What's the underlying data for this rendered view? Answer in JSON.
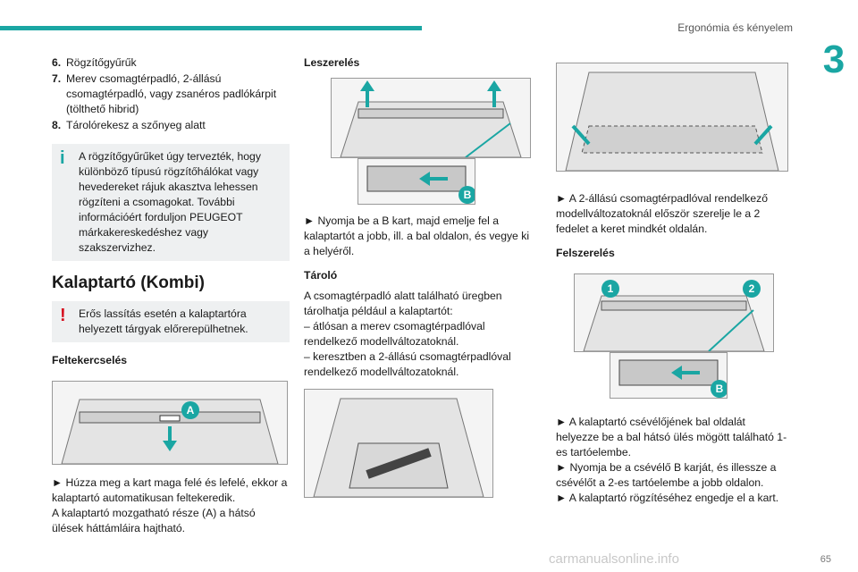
{
  "header": {
    "section": "Ergonómia és kényelem",
    "chapter": "3"
  },
  "col1": {
    "items": [
      {
        "num": "6.",
        "text": "Rögzítőgyűrűk"
      },
      {
        "num": "7.",
        "text": "Merev csomagtérpadló, 2-állású csomagtérpadló, vagy zsanéros padlókárpit (tölthető hibrid)"
      },
      {
        "num": "8.",
        "text": "Tárolórekesz a szőnyeg alatt"
      }
    ],
    "info_note": "A rögzítőgyűrűket úgy tervezték, hogy különböző típusú rögzítőhálókat vagy hevedereket rájuk akasztva lehessen rögzíteni a csomagokat. További információért forduljon PEUGEOT márkakereskedéshez vagy szakszervizhez.",
    "section_title": "Kalaptartó (Kombi)",
    "warn_note": "Erős lassítás esetén a kalaptartóra helyezett tárgyak előrerepülhetnek.",
    "sub1": "Feltekercselés",
    "marker_a": "A",
    "text1": "► Húzza meg a kart maga felé és lefelé, ekkor a kalaptartó automatikusan feltekeredik.",
    "text2": "A kalaptartó mozgatható része (A) a hátsó ülések háttámláira hajtható."
  },
  "col2": {
    "sub1": "Leszerelés",
    "marker_b": "B",
    "text1": "► Nyomja be a B kart, majd emelje fel a kalaptartót a jobb, ill. a bal oldalon, és vegye ki a helyéről.",
    "sub2": "Tároló",
    "text2": "A csomagtérpadló alatt található üregben tárolhatja például a kalaptartót:",
    "text3": "– átlósan a merev csomagtérpadlóval rendelkező modellváltozatoknál.",
    "text4": "– keresztben a 2-állású csomagtérpadlóval rendelkező modellváltozatoknál."
  },
  "col3": {
    "text1": "► A 2-állású csomagtérpadlóval rendelkező modellváltozatoknál először szerelje le a 2 fedelet a keret mindkét oldalán.",
    "sub1": "Felszerelés",
    "marker_1": "1",
    "marker_2": "2",
    "marker_b": "B",
    "text2": "► A kalaptartó csévélőjének bal oldalát helyezze be a bal hátsó ülés mögött található 1-es tartóelembe.",
    "text3": "► Nyomja be a csévélő B karját, és illessze a csévélőt a 2-es tartóelembe a jobb oldalon.",
    "text4": "► A kalaptartó rögzítéséhez engedje el a kart."
  },
  "footer": {
    "page": "65",
    "watermark": "carmanualsonline.info"
  },
  "colors": {
    "accent": "#1aa6a3",
    "warn": "#d6101f",
    "note_bg": "#eef0f1"
  }
}
